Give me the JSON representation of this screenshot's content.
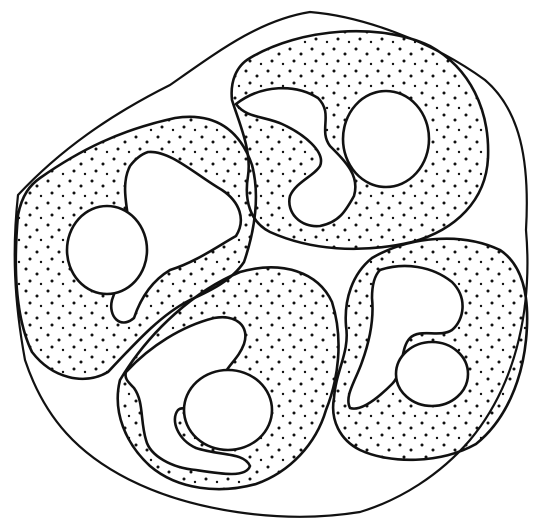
{
  "figure": {
    "kind": "line drawing",
    "components": [
      {
        "name": "outer-boundary"
      },
      {
        "name": "region-left",
        "stippled": true,
        "has_inner_ring": true
      },
      {
        "name": "region-top",
        "stippled": true,
        "has_inner_ring": true
      },
      {
        "name": "region-right",
        "stippled": true,
        "has_inner_ring": true
      },
      {
        "name": "region-bottom",
        "stippled": true,
        "has_inner_ring": true
      }
    ],
    "colors": {
      "ink": "#111111",
      "background": "#ffffff",
      "stipple": "#111111"
    }
  }
}
